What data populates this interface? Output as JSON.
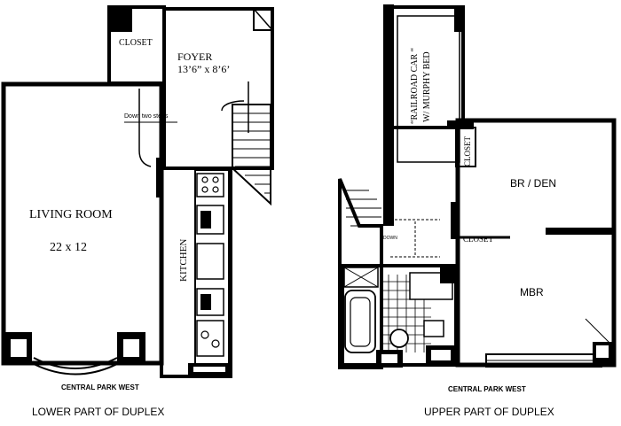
{
  "lower": {
    "caption": "LOWER PART OF DUPLEX",
    "street": "CENTRAL PARK WEST",
    "rooms": {
      "closet": "CLOSET",
      "foyer": "FOYER",
      "foyer_dims": "13’6” x 8’6’",
      "steps_note": "Down two steps",
      "living_room": "LIVING ROOM",
      "living_dims": "22 x 12",
      "kitchen": "KITCHEN"
    }
  },
  "upper": {
    "caption": "UPPER PART OF DUPLEX",
    "street": "CENTRAL PARK WEST",
    "rooms": {
      "railroad_line1": "“RAILROAD CAR “",
      "railroad_line2": "W/ MURPHY BED",
      "closet_side": "CLOSET",
      "br_den": "BR / DEN",
      "closet_mid": "CLOSET",
      "mbr": "MBR",
      "down": "DOWN"
    }
  }
}
